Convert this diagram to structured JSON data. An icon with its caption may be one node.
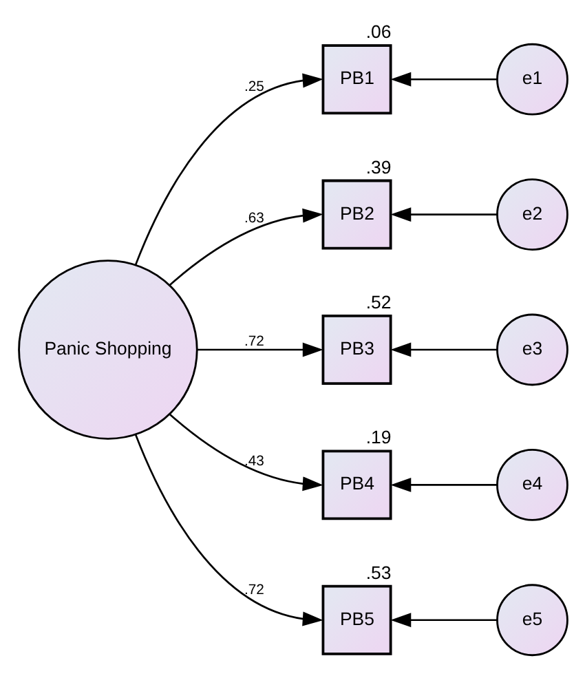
{
  "diagram": {
    "nodes": [
      {
        "text": [
          "Panic Shopping"
        ]
      },
      {
        "text": [
          "PB1"
        ],
        "beside": [
          ".06"
        ]
      },
      {
        "text": [
          "PB2"
        ],
        "beside": [
          ".39"
        ]
      },
      {
        "text": [
          "PB3"
        ],
        "beside": [
          ".52"
        ]
      },
      {
        "text": [
          "PB4"
        ],
        "beside": [
          ".19"
        ]
      },
      {
        "text": [
          "PB5"
        ],
        "beside": [
          ".53"
        ]
      },
      {
        "text": [
          "e1"
        ]
      },
      {
        "text": [
          "e2"
        ]
      },
      {
        "text": [
          "e3"
        ]
      },
      {
        "text": [
          "e4"
        ]
      },
      {
        "text": [
          "e5"
        ]
      }
    ],
    "edges": [
      {
        "from": 0,
        "to": 1,
        "arrow": "to",
        "label": ".25"
      },
      {
        "from": 0,
        "to": 2,
        "arrow": "to",
        "label": ".63"
      },
      {
        "from": 0,
        "to": 3,
        "arrow": "to",
        "label": ".72"
      },
      {
        "from": 0,
        "to": 4,
        "arrow": "to",
        "label": ".43"
      },
      {
        "from": 0,
        "to": 5,
        "arrow": "to",
        "label": ".72"
      },
      {
        "from": 6,
        "to": 1,
        "arrow": "to"
      },
      {
        "from": 7,
        "to": 2,
        "arrow": "to"
      },
      {
        "from": 8,
        "to": 3,
        "arrow": "to"
      },
      {
        "from": 9,
        "to": 4,
        "arrow": "to"
      },
      {
        "from": 10,
        "to": 5,
        "arrow": "to"
      }
    ]
  }
}
